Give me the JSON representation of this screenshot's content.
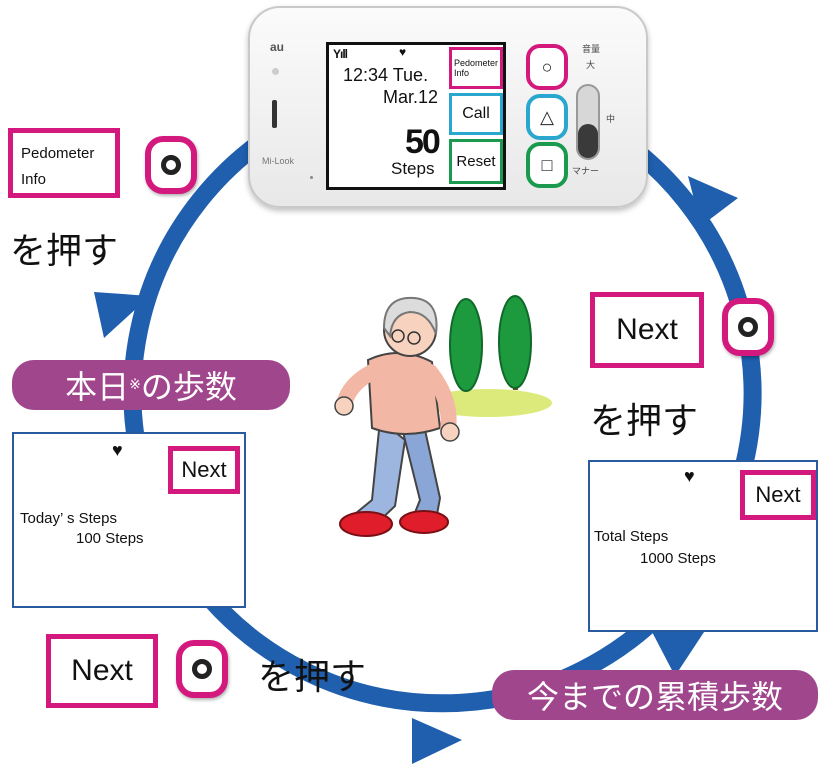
{
  "device": {
    "brand": "au",
    "model": "Mi-Look",
    "screen": {
      "signal": "Yıll",
      "heart": "♥",
      "time": "12:34 Tue.",
      "date": "Mar.12",
      "count": "50",
      "steps_label": "Steps",
      "buttons": {
        "pedometer_info": "Pedometer Info",
        "call": "Call",
        "reset": "Reset"
      }
    },
    "hardware_buttons": {
      "circle": "○",
      "triangle": "△",
      "square": "□"
    },
    "side_labels": {
      "volume": "音量",
      "large": "大",
      "medium": "中",
      "manner": "マナー"
    }
  },
  "cycle": {
    "step1": {
      "button_label": "Pedometer Info",
      "instruction": "を押す"
    },
    "step2": {
      "button_label": "Next",
      "instruction": "を押す"
    },
    "step3": {
      "button_label": "Next",
      "instruction": "を押す"
    },
    "label_today": "本日",
    "label_today_mark": "※",
    "label_today_suffix": "の歩数",
    "label_total": "今までの累積歩数",
    "panel_today": {
      "heart": "♥",
      "next": "Next",
      "title": "Today’ s Steps",
      "value": "100 Steps"
    },
    "panel_total": {
      "heart": "♥",
      "next": "Next",
      "title": "Total Steps",
      "value": "1000 Steps"
    }
  },
  "colors": {
    "arrow": "#1f5fae",
    "magenta": "#d3197d",
    "pill": "#a0468d",
    "tree": "#1e9a3e"
  }
}
